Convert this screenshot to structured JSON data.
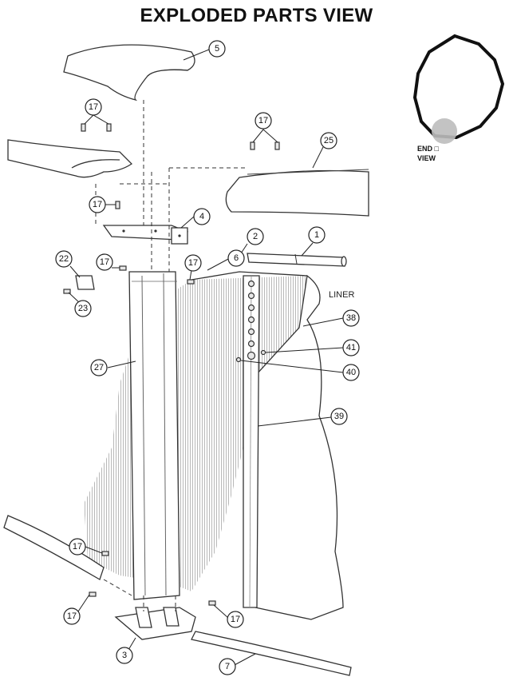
{
  "title": "EXPLODED PARTS VIEW",
  "end_view_label": "END □",
  "end_view_label2": "VIEW",
  "liner_label": "LINER",
  "callouts": {
    "c5": "5",
    "c17a": "17",
    "c25": "25",
    "c17b": "17",
    "c17c": "17",
    "c4": "4",
    "c2": "2",
    "c1": "1",
    "c22": "22",
    "c17d": "17",
    "c17e": "17",
    "c6": "6",
    "c23": "23",
    "c38": "38",
    "c41": "41",
    "c27": "27",
    "c40": "40",
    "c39": "39",
    "c17f": "17",
    "c17g": "17",
    "c17h": "17",
    "c3": "3",
    "c7": "7"
  }
}
